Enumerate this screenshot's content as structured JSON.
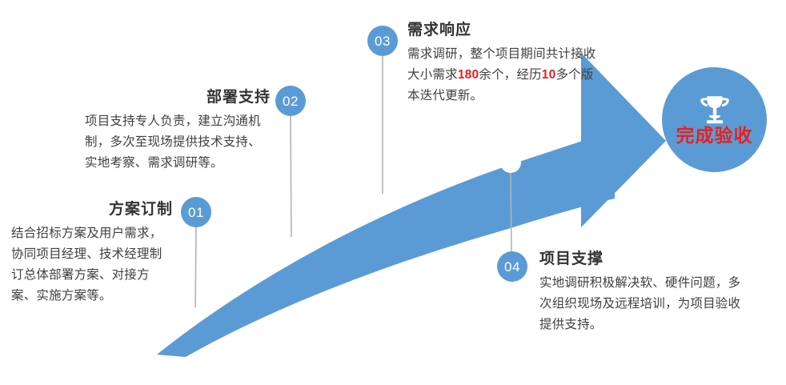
{
  "graphic": {
    "type": "process-arrow-infographic",
    "accent_color": "#5b9bd5",
    "highlight_color": "#e8201c",
    "title_color": "#333333",
    "body_color": "#3f3f3f",
    "connector_color": "#b3b3b3",
    "dot_color": "#ffffff"
  },
  "steps": [
    {
      "number": "01",
      "title": "方案订制",
      "body_before": "结合招标方案及用户需求，协同项目经理、技术经理制订总体部署方案、对接方案、实施方案等。",
      "body_after": ""
    },
    {
      "number": "02",
      "title": "部署支持",
      "body_before": "项目支持专人负责，建立沟通机制，多次至现场提供技术支持、实地考察、需求调研等。",
      "body_after": ""
    },
    {
      "number": "03",
      "title": "需求响应",
      "body_before": "需求调研，整个项目期间共计接收大小需求",
      "highlight_1": "180",
      "body_middle": "余个，经历",
      "highlight_2": "10",
      "body_after": "多个版本迭代更新。"
    },
    {
      "number": "04",
      "title": "项目支撑",
      "body_before": "实地调研积极解决软、硬件问题，多次组织现场及远程培训，为项目验收提供支持。",
      "body_after": ""
    }
  ],
  "finish": {
    "icon": "trophy-icon",
    "label": "完成验收"
  },
  "watermark": {
    "text": ""
  }
}
